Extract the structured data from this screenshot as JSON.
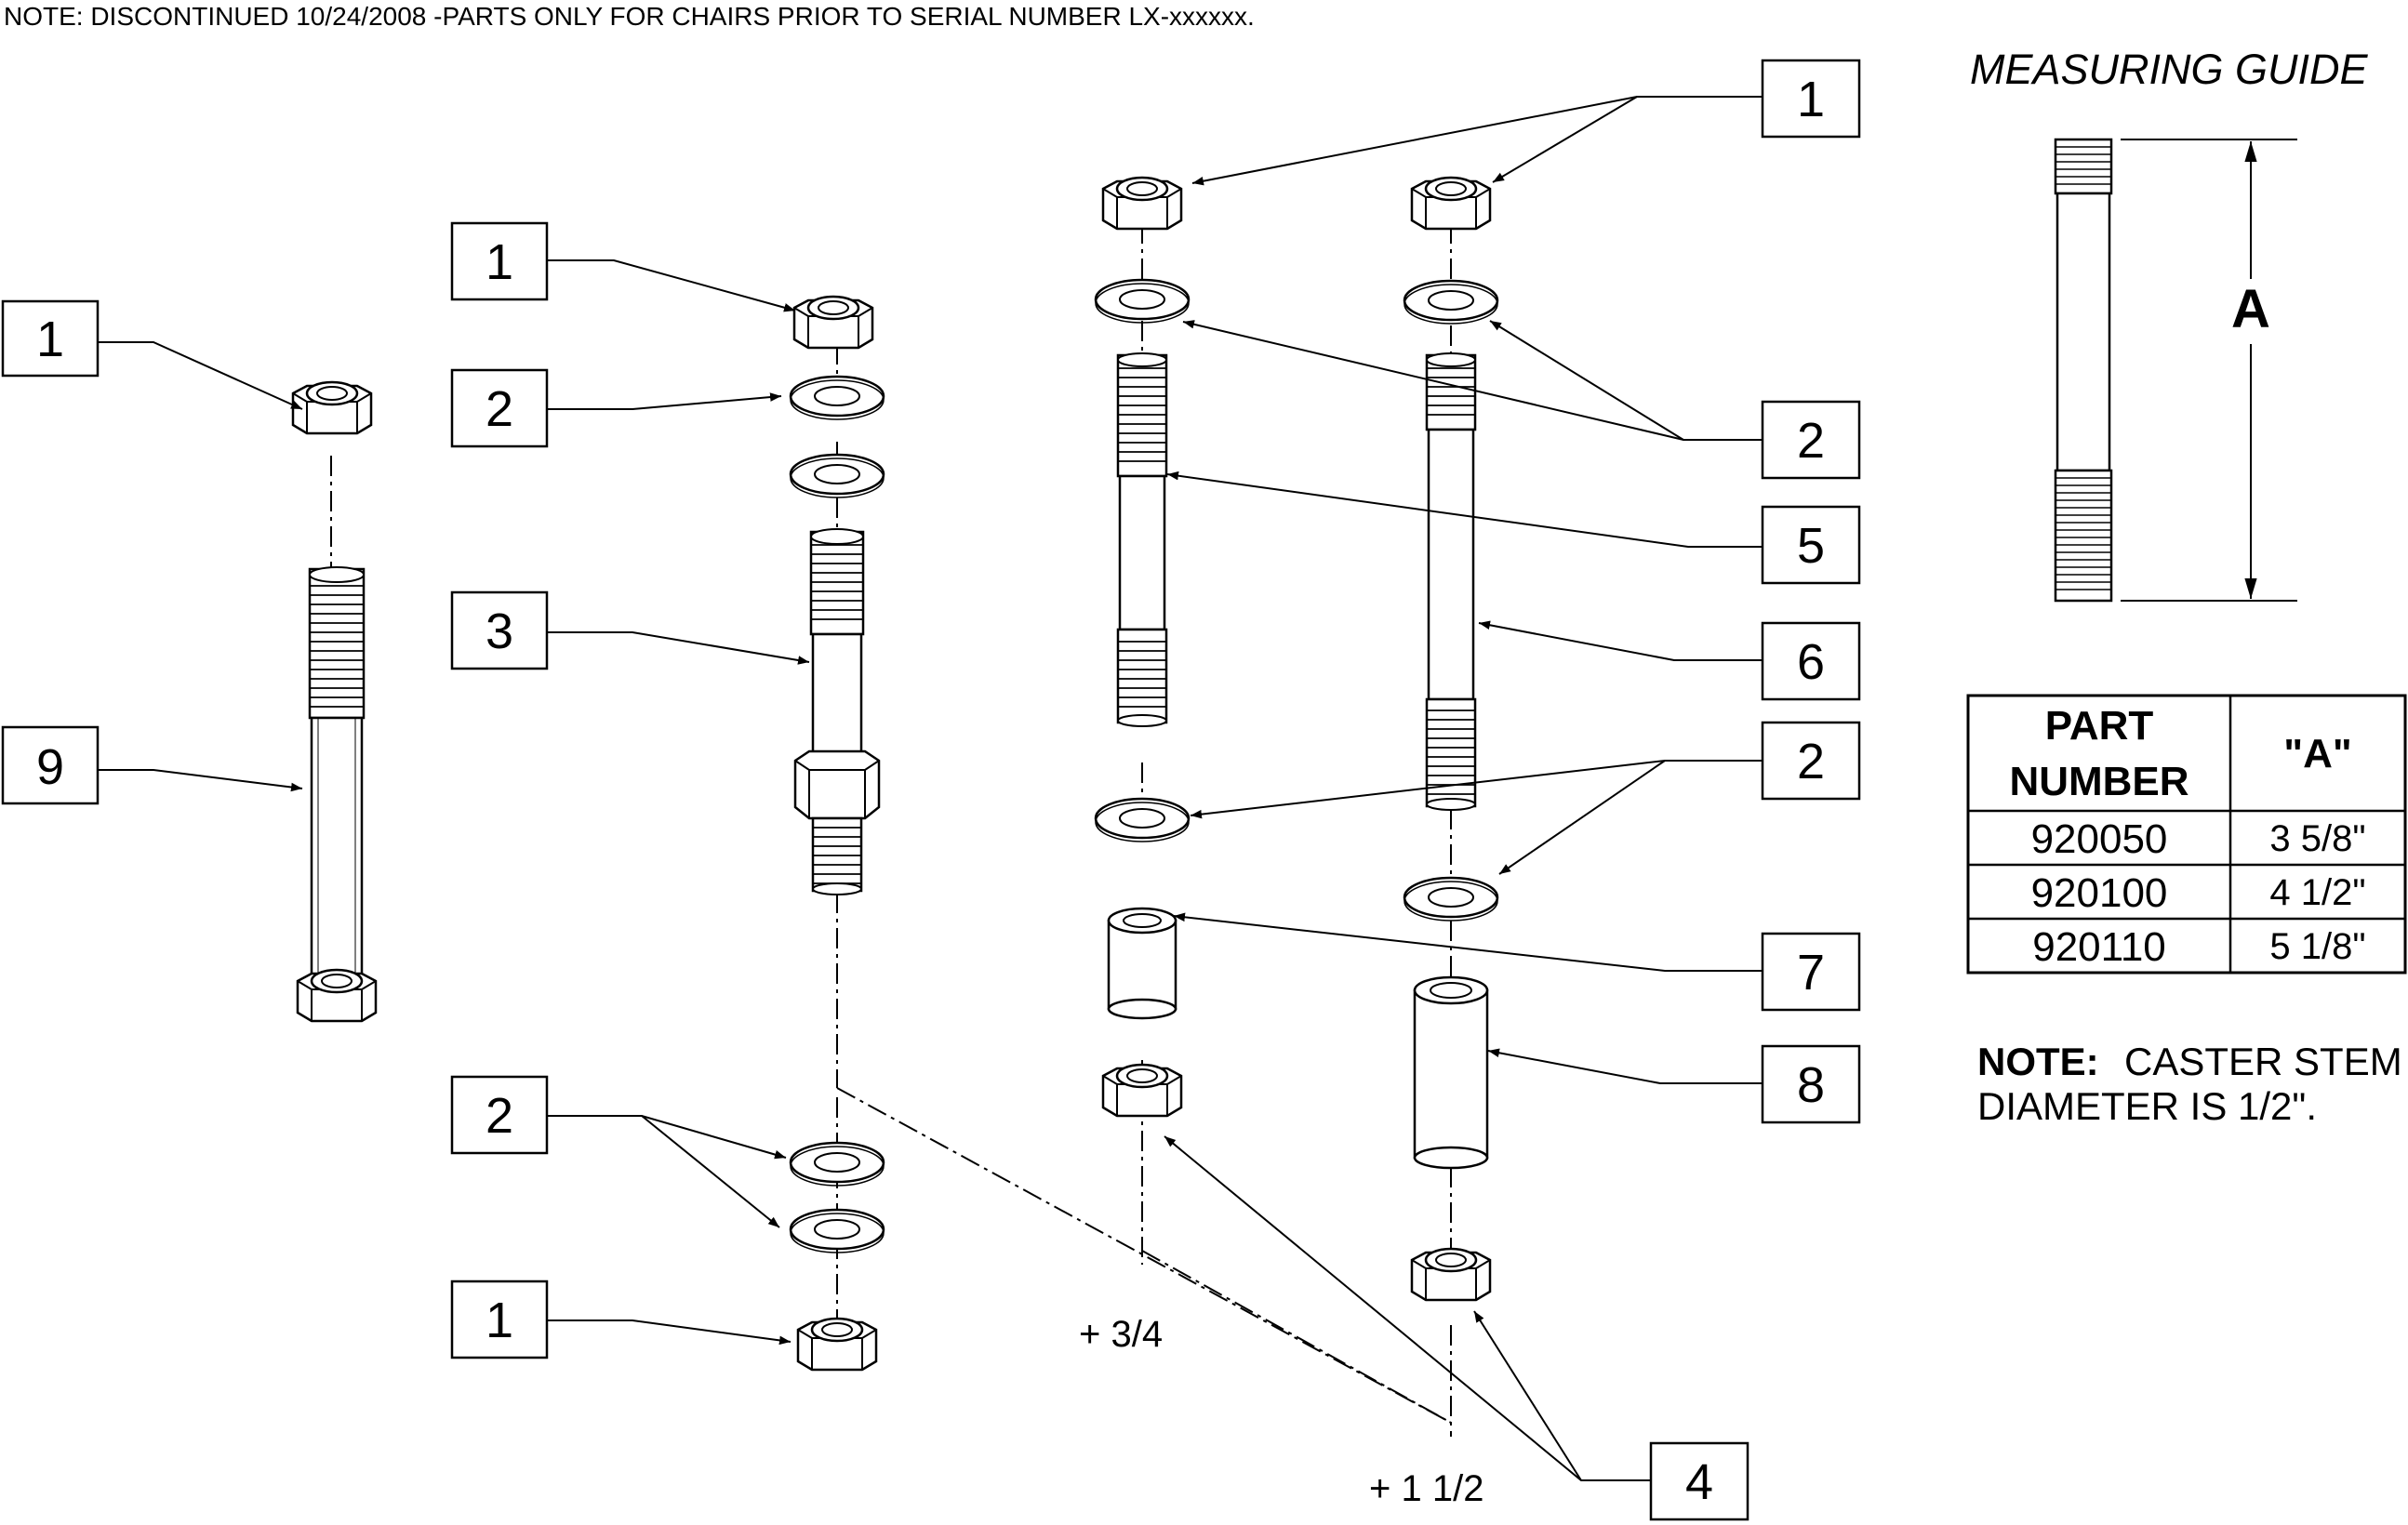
{
  "header_note": "NOTE: DISCONTINUED 10/24/2008 -PARTS ONLY FOR CHAIRS PRIOR TO SERIAL NUMBER LX-xxxxxx.",
  "callouts": [
    {
      "id": "c1",
      "label": "1"
    },
    {
      "id": "c2",
      "label": "1"
    },
    {
      "id": "c3",
      "label": "1"
    },
    {
      "id": "c4",
      "label": "1"
    },
    {
      "id": "c5",
      "label": "2"
    },
    {
      "id": "c6",
      "label": "2"
    },
    {
      "id": "c7",
      "label": "2"
    },
    {
      "id": "c8",
      "label": "2"
    },
    {
      "id": "c9",
      "label": "3"
    },
    {
      "id": "c10",
      "label": "4"
    },
    {
      "id": "c11",
      "label": "5"
    },
    {
      "id": "c12",
      "label": "6"
    },
    {
      "id": "c13",
      "label": "7"
    },
    {
      "id": "c14",
      "label": "8"
    },
    {
      "id": "c15",
      "label": "9"
    }
  ],
  "dimension_labels": {
    "plus_three_quarter": "+ 3/4",
    "plus_one_half": "+ 1 1/2"
  },
  "measuring_guide": {
    "title": "MEASURING GUIDE",
    "dimension_letter": "A"
  },
  "parts_table": {
    "header_part_line1": "PART",
    "header_part_line2": "NUMBER",
    "header_a": "\"A\"",
    "rows": [
      {
        "part_number": "920050",
        "a": "3 5/8\""
      },
      {
        "part_number": "920100",
        "a": "4 1/2\""
      },
      {
        "part_number": "920110",
        "a": "5 1/8\""
      }
    ]
  },
  "side_note": {
    "label": "NOTE:",
    "line1": "CASTER STEM",
    "line2": "DIAMETER IS 1/2\"."
  }
}
